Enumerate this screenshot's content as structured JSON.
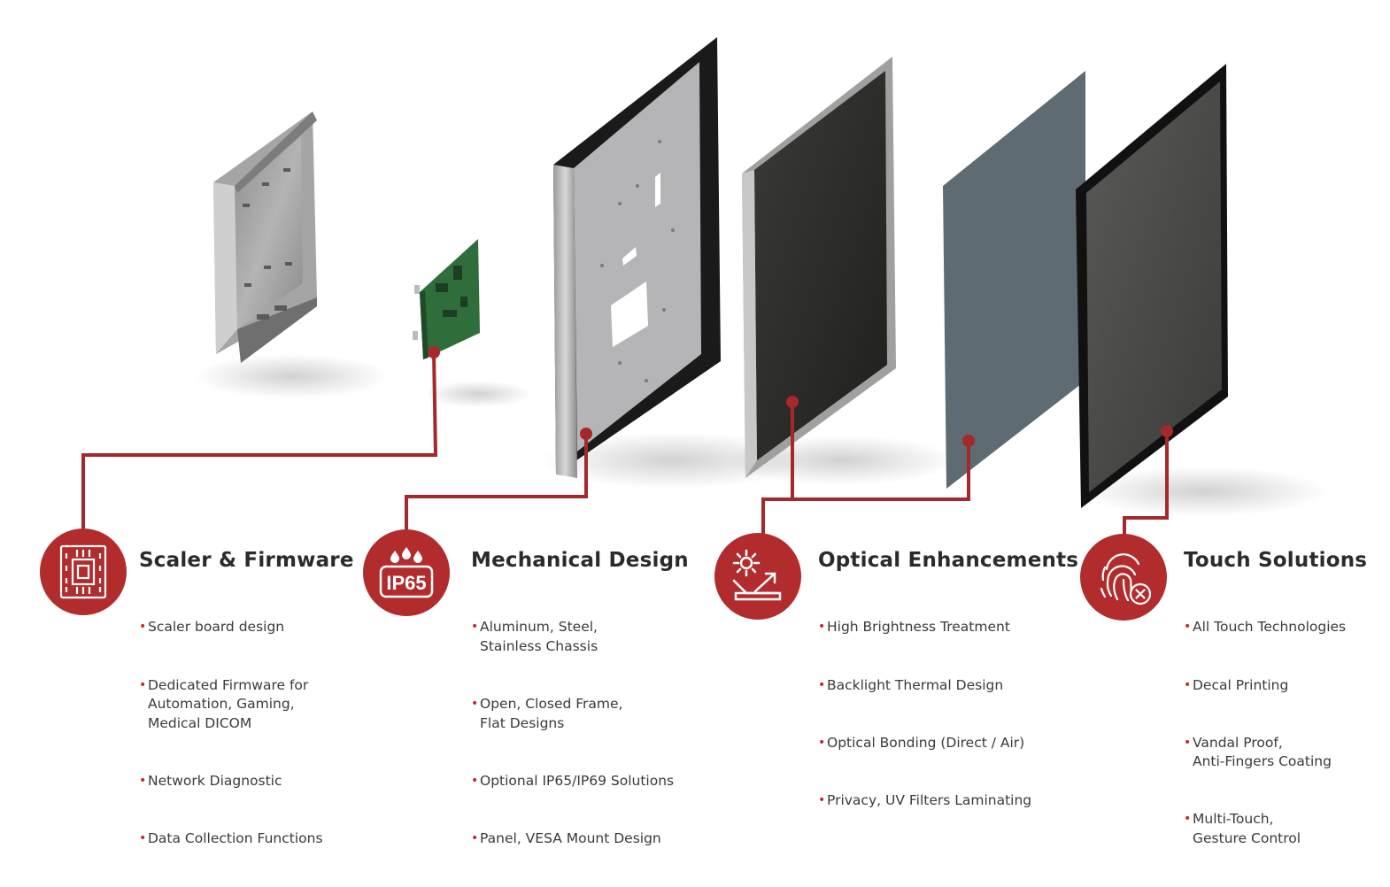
{
  "features": [
    {
      "title": "Scaler & Firmware",
      "icon": "circuit-chip-icon",
      "bullets": [
        "Scaler board design",
        "Dedicated Firmware for\nAutomation, Gaming,\nMedical DICOM",
        "Network Diagnostic",
        "Data Collection Functions"
      ]
    },
    {
      "title": "Mechanical Design",
      "icon": "ip65-badge-icon",
      "icon_text": "IP65",
      "bullets": [
        "Aluminum, Steel,\nStainless Chassis",
        "Open, Closed Frame,\nFlat Designs",
        "Optional IP65/IP69 Solutions",
        "Panel, VESA Mount Design"
      ]
    },
    {
      "title": "Optical Enhancements",
      "icon": "sun-screen-arrow-icon",
      "bullets": [
        "High Brightness Treatment",
        "Backlight Thermal Design",
        "Optical Bonding (Direct / Air)",
        "Privacy, UV Filters Laminating"
      ]
    },
    {
      "title": "Touch Solutions",
      "icon": "fingerprint-icon",
      "bullets": [
        "All Touch Technologies",
        "Decal Printing",
        "Vandal Proof,\nAnti-Fingers Coating",
        "Multi-Touch,\nGesture Control"
      ]
    }
  ],
  "colors": {
    "accent": "#b22c2e",
    "text": "#2b2b2b",
    "bullet": "#c0282b"
  }
}
